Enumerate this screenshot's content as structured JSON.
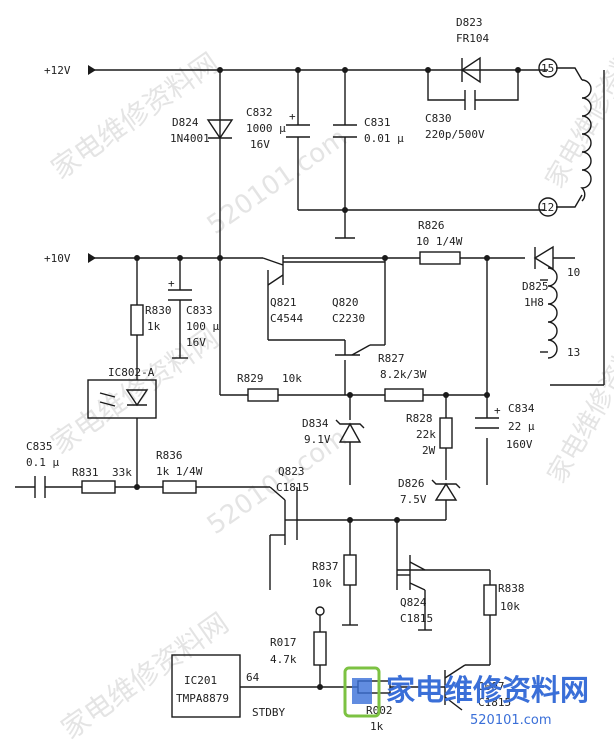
{
  "rails": {
    "v12": "+12V",
    "v10": "+10V"
  },
  "components": {
    "D823": [
      "D823",
      "FR104"
    ],
    "C830": [
      "C830",
      "220p/500V"
    ],
    "D824": [
      "D824",
      "1N4001"
    ],
    "C832": [
      "C832",
      "1000 µ",
      "16V"
    ],
    "C831": [
      "C831",
      "0.01 µ"
    ],
    "R826": [
      "R826",
      "10 1/4W"
    ],
    "D825": [
      "D825",
      "1H8"
    ],
    "R830": [
      "R830",
      "1k"
    ],
    "C833": [
      "C833",
      "100 µ",
      "16V"
    ],
    "Q821": [
      "Q821",
      "C4544"
    ],
    "Q820": [
      "Q820",
      "C2230"
    ],
    "R827": [
      "R827",
      "8.2k/3W"
    ],
    "R829": [
      "R829",
      "10k"
    ],
    "IC802": [
      "IC802-A"
    ],
    "D834": [
      "D834",
      "9.1V"
    ],
    "R828": [
      "R828",
      "22k",
      "2W"
    ],
    "C834": [
      "C834",
      "22 µ",
      "160V"
    ],
    "C835": [
      "C835",
      "0.1 µ"
    ],
    "R831": [
      "R831",
      "33k"
    ],
    "R836": [
      "R836",
      "1k 1/4W"
    ],
    "Q823": [
      "Q823",
      "C1815"
    ],
    "D826": [
      "D826",
      "7.5V"
    ],
    "R837": [
      "R837",
      "10k"
    ],
    "Q824": [
      "Q824",
      "C1815"
    ],
    "R838": [
      "R838",
      "10k"
    ],
    "R017": [
      "R017",
      "4.7k"
    ],
    "IC201": [
      "IC201",
      "TMPA8879"
    ],
    "R002": [
      "R002",
      "1k"
    ],
    "Q007": [
      "Q007",
      "C1815"
    ]
  },
  "pins": {
    "p15": "15",
    "p12": "12",
    "p10": "10",
    "p13": "13",
    "ic_pin": "64"
  },
  "stdby": "STDBY",
  "watermarks": {
    "main": "家电维修资料网",
    "url": "520101.com"
  },
  "logo": {
    "text": "家电维修资料网",
    "url": "520101.com"
  },
  "colors": {
    "line": "#1a1a1a",
    "logo_blue": "#3a6fd8",
    "logo_green": "#7cc242"
  }
}
